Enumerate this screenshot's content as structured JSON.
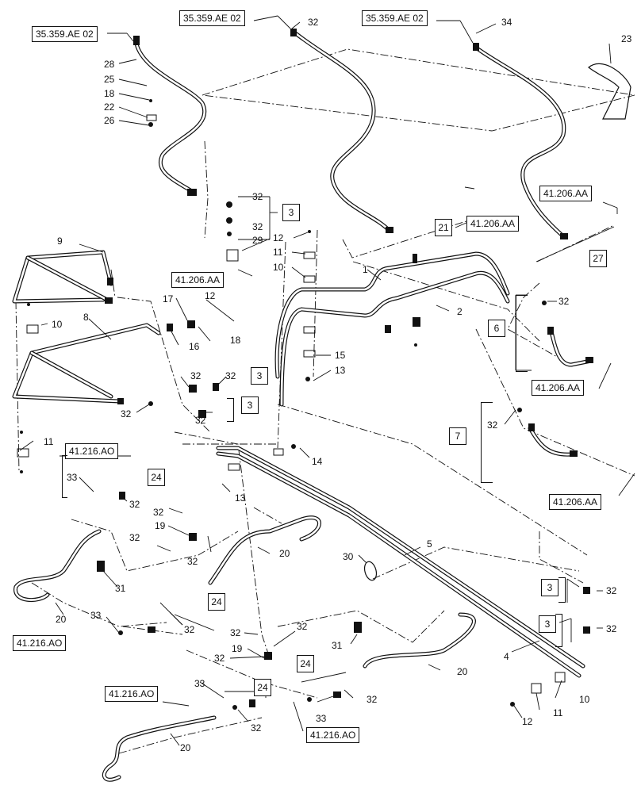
{
  "references": {
    "r1": "35.359.AE 02",
    "r2": "35.359.AE 02",
    "r3": "35.359.AE 02",
    "r4": "41.206.AA",
    "r5": "41.206.AA",
    "r6": "41.206.AA",
    "r7": "41.206.AA",
    "r8": "41.206.AA",
    "r9": "41.216.AO",
    "r10": "41.216.AO",
    "r11": "41.216.AO",
    "r12": "41.216.AO"
  },
  "kits": {
    "k3a": "3",
    "k3b": "3",
    "k3c": "3",
    "k3d": "3",
    "k3e": "3",
    "k6": "6",
    "k7": "7",
    "k21": "21",
    "k27": "27",
    "k24a": "24",
    "k24b": "24",
    "k24c": "24",
    "k24d": "24"
  },
  "callouts": {
    "c28": "28",
    "c25": "25",
    "c18a": "18",
    "c22": "22",
    "c26": "26",
    "c32a": "32",
    "c34": "34",
    "c23": "23",
    "c32b": "32",
    "c32c": "32",
    "c29": "29",
    "c12a": "12",
    "c11a": "11",
    "c10a": "10",
    "c9": "9",
    "c10b": "10",
    "c8": "8",
    "c17": "17",
    "c12b": "12",
    "c16": "16",
    "c18b": "18",
    "c1": "1",
    "c2": "2",
    "c15": "15",
    "c13a": "13",
    "c32d": "32",
    "c32e": "32",
    "c32f": "32",
    "c32g": "32",
    "c11b": "11",
    "c33a": "33",
    "c32h": "32",
    "c32i": "32",
    "c19a": "19",
    "c32j": "32",
    "c32k": "32",
    "c14": "14",
    "c13b": "13",
    "c30": "30",
    "c5": "5",
    "c31a": "31",
    "c20a": "20",
    "c20b": "20",
    "c33b": "33",
    "c32l": "32",
    "c32m": "32",
    "c32n": "32",
    "c32o": "32",
    "c19b": "19",
    "c31b": "31",
    "c20c": "20",
    "c32p": "32",
    "c33c": "33",
    "c32q": "32",
    "c33d": "33",
    "c20d": "20",
    "c4": "4",
    "c10c": "10",
    "c11c": "11",
    "c12c": "12",
    "c32r": "32",
    "c32s": "32",
    "c32t": "32",
    "c32u": "32"
  }
}
